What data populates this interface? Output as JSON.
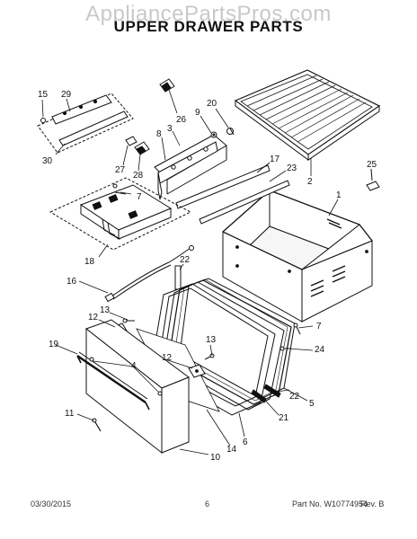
{
  "watermark": "AppliancePartsPros.com",
  "title": "UPPER DRAWER PARTS",
  "callouts": {
    "c15": "15",
    "c29": "29",
    "c30": "30",
    "c26": "26",
    "c3": "3",
    "c8": "8",
    "c9": "9",
    "c20": "20",
    "c27": "27",
    "c28": "28",
    "c17": "17",
    "c23": "23",
    "c2": "2",
    "c25": "25",
    "c7a": "7",
    "c18": "18",
    "c1": "1",
    "c22a": "22",
    "c16": "16",
    "c13a": "13",
    "c12a": "12",
    "c19": "19",
    "c4": "4",
    "c13b": "13",
    "c12b": "12",
    "c7b": "7",
    "c24": "24",
    "c22b": "22",
    "c5": "5",
    "c21": "21",
    "c6": "6",
    "c14": "14",
    "c10": "10",
    "c11": "11"
  },
  "footer": {
    "date": "03/30/2015",
    "page": "6",
    "part": "Part No. W10774954",
    "rev": "Rev. B"
  }
}
